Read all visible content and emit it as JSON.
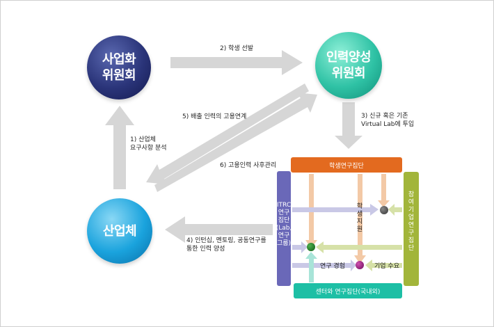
{
  "nodes": {
    "business": [
      "사업화",
      "위원회"
    ],
    "hr": [
      "인력양성",
      "위원회"
    ],
    "industry": [
      "산업체"
    ]
  },
  "edges": {
    "e1": [
      "1) 산업체",
      "요구사항 분석"
    ],
    "e2": "2) 학생 선발",
    "e3": [
      "3) 신규 혹은 기존",
      "Virtual Lab에 투입"
    ],
    "e4": [
      "4) 인턴십, 멘토링, 공동연구를",
      "통한 인력 양성"
    ],
    "e5": "5) 배출 인력의 고용연계",
    "e6": "6) 고용인력 사후관리"
  },
  "matrix": {
    "top": "학생연구집단",
    "bottom": "센터와 연구집단(국내외)",
    "left": [
      "ITRC",
      "연구",
      "집단",
      "(Lab,",
      "연구",
      "그룹)"
    ],
    "right": [
      "참",
      "여",
      "기",
      "업",
      "연",
      "구",
      "집",
      "단"
    ],
    "student_support": [
      "학",
      "생",
      "지",
      "원"
    ],
    "research_exp": "연구 경험",
    "corp_demand": "기업 수요"
  },
  "colors": {
    "orange": "#e36a1f",
    "teal": "#1dbfa5",
    "purple": "#6a68b8",
    "olive": "#a2b53a",
    "navy": "#2a3479",
    "blue": "#1aa3dd"
  }
}
